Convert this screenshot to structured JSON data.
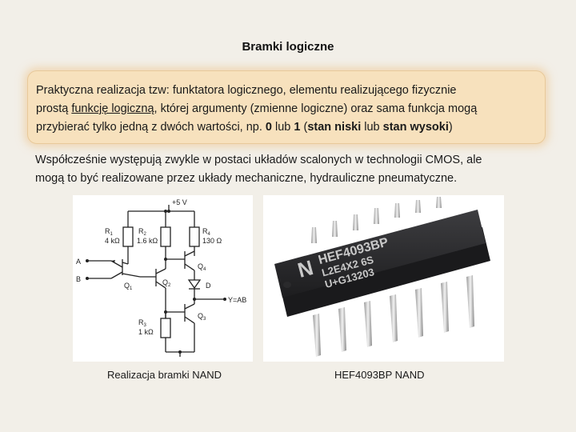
{
  "title": "Bramki logiczne",
  "box": {
    "l1": "Praktyczna realizacja tzw:  funktatora logicznego, elementu realizującego fizycznie",
    "l2a": "prostą ",
    "l2u": "funkcję logiczną",
    "l2b": ", której argumenty (zmienne logiczne) oraz sama funkcja mogą",
    "l3a": "przybierać tylko jedną z dwóch wartości, np. ",
    "l3b1": "0",
    "l3c": " lub ",
    "l3b2": "1",
    "l3d": " (",
    "l3b3": "stan niski",
    "l3e": " lub ",
    "l3b4": "stan wysoki",
    "l3f": ")"
  },
  "para": {
    "l1": "Współcześnie występują zwykle w postaci układów scalonych w technologii CMOS, ale",
    "l2": "mogą to być realizowane przez układy mechaniczne, hydrauliczne pneumatyczne."
  },
  "circuit": {
    "vcc": "+5 V",
    "r1": "R",
    "r1s": "1",
    "r1v": "4 kΩ",
    "r2": "R",
    "r2s": "2",
    "r2v": "1.6 kΩ",
    "r4": "R",
    "r4s": "4",
    "r4v": "130 Ω",
    "r3": "R",
    "r3s": "3",
    "r3v": "1 kΩ",
    "q1": "Q",
    "q1s": "1",
    "q2": "Q",
    "q2s": "2",
    "q3": "Q",
    "q3s": "3",
    "q4": "Q",
    "q4s": "4",
    "d": "D",
    "a": "A",
    "b": "B",
    "out": "Y=AB"
  },
  "chip": {
    "line1": "HEF4093BP",
    "line2": "L2E4X2  6S",
    "line3": "U+G13203",
    "logo": "N"
  },
  "captions": {
    "left": "Realizacja bramki NAND",
    "right": "HEF4093BP  NAND"
  }
}
